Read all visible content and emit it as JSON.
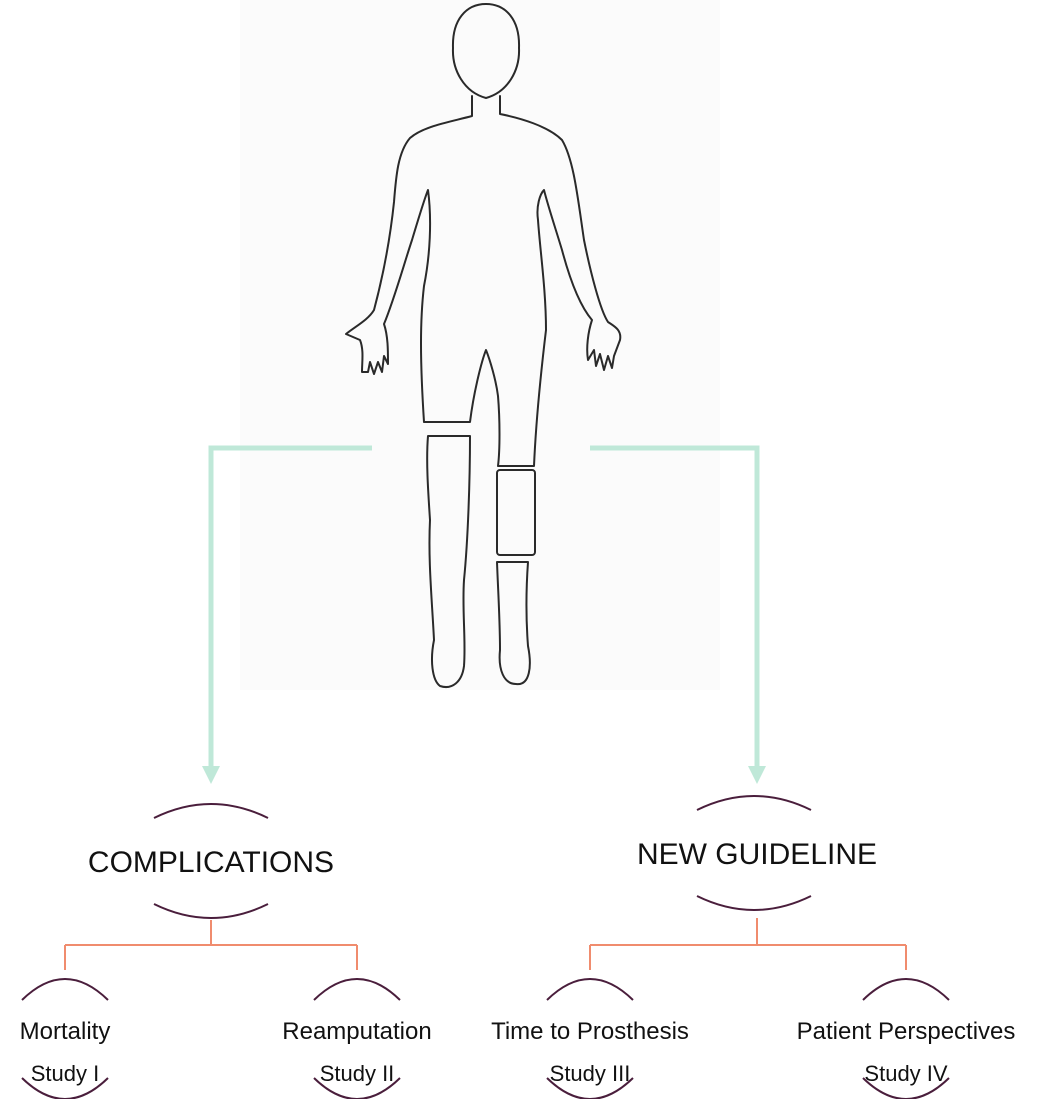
{
  "illustration": {
    "subject": "human-body-outline",
    "marked_regions": [
      "right-lower-leg-segment",
      "left-calf-segment",
      "left-lower-leg-segment"
    ]
  },
  "colors": {
    "outline": "#2a2a2a",
    "arrow": "#bfe8d8",
    "branch": "#f08c6e",
    "arc": "#4a1e3c"
  },
  "categories": [
    {
      "label": "COMPLICATIONS",
      "studies": [
        {
          "topic": "Mortality",
          "study": "Study I"
        },
        {
          "topic": "Reamputation",
          "study": "Study II"
        }
      ]
    },
    {
      "label": "NEW GUIDELINE",
      "studies": [
        {
          "topic": "Time to Prosthesis",
          "study": "Study III"
        },
        {
          "topic": "Patient Perspectives",
          "study": "Study IV"
        }
      ]
    }
  ]
}
